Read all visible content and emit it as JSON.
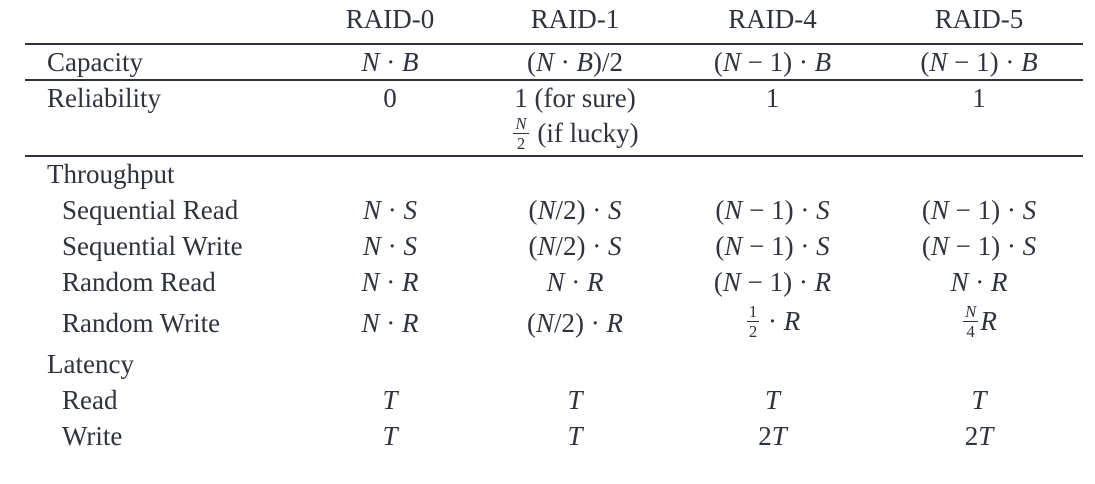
{
  "colors": {
    "text": "#2f333c",
    "rule": "#2f333c",
    "background": "#ffffff"
  },
  "table": {
    "columns": [
      "",
      "RAID-0",
      "RAID-1",
      "RAID-4",
      "RAID-5"
    ],
    "rows": [
      {
        "label": "Capacity",
        "indent": false,
        "rule_below": true,
        "tall": false,
        "cells": [
          "N · B",
          "(N · B)/2",
          "(N − 1) · B",
          "(N − 1) · B"
        ]
      },
      {
        "label": "Reliability",
        "indent": false,
        "rule_below": false,
        "tall": false,
        "cells": [
          "0",
          "1 (for sure)",
          "1",
          "1"
        ]
      },
      {
        "label": "",
        "indent": false,
        "rule_below": true,
        "tall": false,
        "cells": [
          "",
          "{N/2} (if lucky)",
          "",
          ""
        ]
      },
      {
        "label": "Throughput",
        "indent": false,
        "rule_below": false,
        "tall": false,
        "cells": [
          "",
          "",
          "",
          ""
        ]
      },
      {
        "label": "Sequential Read",
        "indent": true,
        "rule_below": false,
        "tall": false,
        "cells": [
          "N · S",
          "(N/2) · S",
          "(N − 1) · S",
          "(N − 1) · S"
        ]
      },
      {
        "label": "Sequential Write",
        "indent": true,
        "rule_below": false,
        "tall": false,
        "cells": [
          "N · S",
          "(N/2) · S",
          "(N − 1) · S",
          "(N − 1) · S"
        ]
      },
      {
        "label": "Random Read",
        "indent": true,
        "rule_below": false,
        "tall": false,
        "cells": [
          "N · R",
          "N · R",
          "(N − 1) · R",
          "N · R"
        ]
      },
      {
        "label": "Random Write",
        "indent": true,
        "rule_below": false,
        "tall": true,
        "cells": [
          "N · R",
          "(N/2) · R",
          "{1/2} · R",
          "{N/4}R"
        ]
      },
      {
        "label": "Latency",
        "indent": false,
        "rule_below": false,
        "tall": false,
        "cells": [
          "",
          "",
          "",
          ""
        ]
      },
      {
        "label": "Read",
        "indent": true,
        "rule_below": false,
        "tall": false,
        "cells": [
          "T",
          "T",
          "T",
          "T"
        ]
      },
      {
        "label": "Write",
        "indent": true,
        "rule_below": false,
        "tall": false,
        "cells": [
          "T",
          "T",
          "2T",
          "2T"
        ]
      }
    ]
  }
}
